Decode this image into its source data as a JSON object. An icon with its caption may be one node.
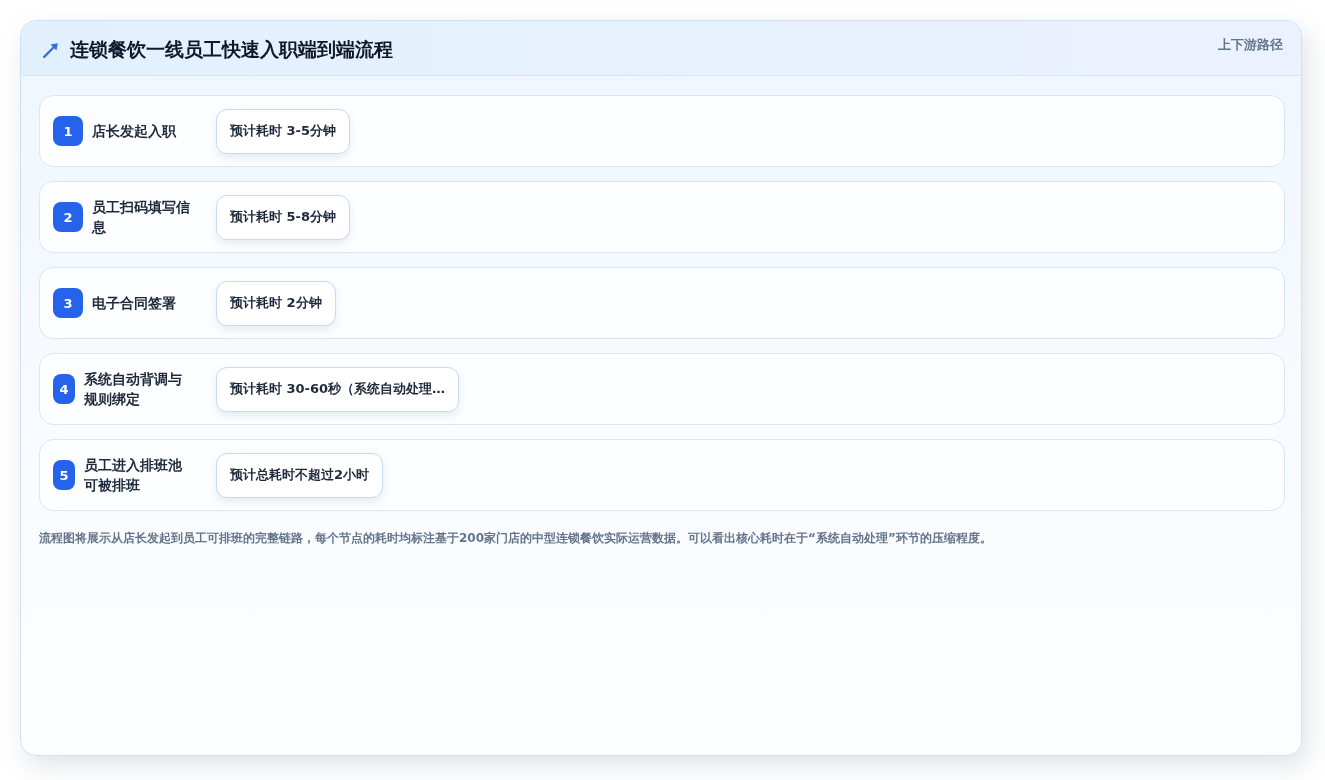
{
  "diagram": {
    "title": "连锁餐饮一线员工快速入职端到端流程",
    "caption": "流程图将展示从店长发起到员工可排班的完整链路，每个节点的耗时均标注基于200家门店的中型连锁餐饮实际运营数据。可以看出核心耗时在于“系统自动处理”环节的压缩程度。",
    "nodes": [
      {
        "text": [
          "店长发起入职"
        ]
      },
      {
        "text": [
          "1"
        ],
        "in": 0
      },
      {
        "text": [
          "预计耗时 3-5分钟"
        ],
        "in": 0
      },
      {
        "text": [
          "员工扫码填写信息"
        ]
      },
      {
        "text": [
          "2"
        ],
        "in": 3
      },
      {
        "text": [
          "预计耗时 5-8分钟"
        ],
        "in": 3
      },
      {
        "text": [
          "电子合同签署"
        ]
      },
      {
        "text": [
          "3"
        ],
        "in": 6
      },
      {
        "text": [
          "预计耗时 2分钟"
        ],
        "in": 6
      },
      {
        "text": [
          "系统自动背调与规则绑定"
        ]
      },
      {
        "text": [
          "4"
        ],
        "in": 9
      },
      {
        "text": [
          "预计耗时 30-60秒（系统自动处理…"
        ],
        "in": 9
      },
      {
        "text": [
          "员工进入排班池可被排班"
        ]
      },
      {
        "text": [
          "5"
        ],
        "in": 12
      },
      {
        "text": [
          "预计总耗时不超过2小时"
        ],
        "in": 12
      }
    ],
    "labels": [
      "上下游路径"
    ]
  }
}
